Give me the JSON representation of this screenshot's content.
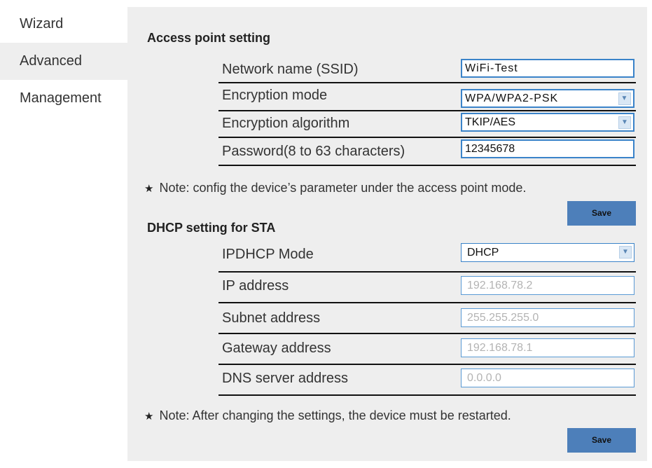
{
  "sidebar": {
    "items": [
      {
        "label": "Wizard"
      },
      {
        "label": "Advanced"
      },
      {
        "label": "Management"
      }
    ]
  },
  "ap": {
    "title": "Access point setting",
    "rows": [
      {
        "label": "Network name (SSID)",
        "value": "WiFi-Test"
      },
      {
        "label": "Encryption mode",
        "value": "WPA/WPA2-PSK"
      },
      {
        "label": "Encryption algorithm",
        "value": "TKIP/AES"
      },
      {
        "label": "Password(8 to 63 characters)",
        "value": "12345678"
      }
    ],
    "note": "Note: config the device’s parameter under the access point mode.",
    "save_label": "Save"
  },
  "dhcp": {
    "title": "DHCP setting for STA",
    "rows": [
      {
        "label": "IPDHCP Mode",
        "value": "DHCP"
      },
      {
        "label": "IP address",
        "value": "192.168.78.2"
      },
      {
        "label": "Subnet address",
        "value": "255.255.255.0"
      },
      {
        "label": "Gateway address",
        "value": "192.168.78.1"
      },
      {
        "label": "DNS server address",
        "value": "0.0.0.0"
      }
    ],
    "note": "Note: After changing the settings, the device must be restarted.",
    "save_label": "Save"
  },
  "icons": {
    "star": "★",
    "dropdown": "▼"
  }
}
